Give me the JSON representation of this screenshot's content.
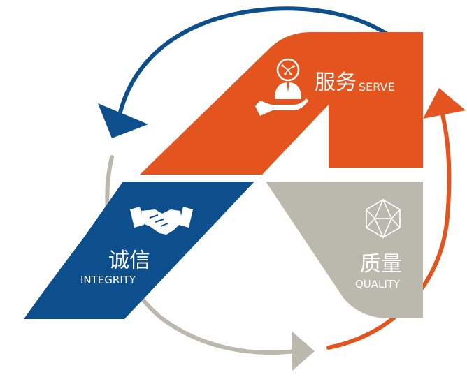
{
  "colors": {
    "orange": "#e4541e",
    "blue": "#0d4f8c",
    "gray": "#bbb8ad",
    "white": "#ffffff"
  },
  "segments": {
    "serve": {
      "cn": "服务",
      "en": "SERVE",
      "icon": "person-hand-icon"
    },
    "integrity": {
      "cn": "诚信",
      "en": "INTEGRITY",
      "icon": "handshake-icon"
    },
    "quality": {
      "cn": "质量",
      "en": "QUALITY",
      "icon": "crystal-icon"
    }
  },
  "arrows": [
    "blue-cycle-arrow",
    "gray-cycle-arrow",
    "orange-cycle-arrow"
  ]
}
